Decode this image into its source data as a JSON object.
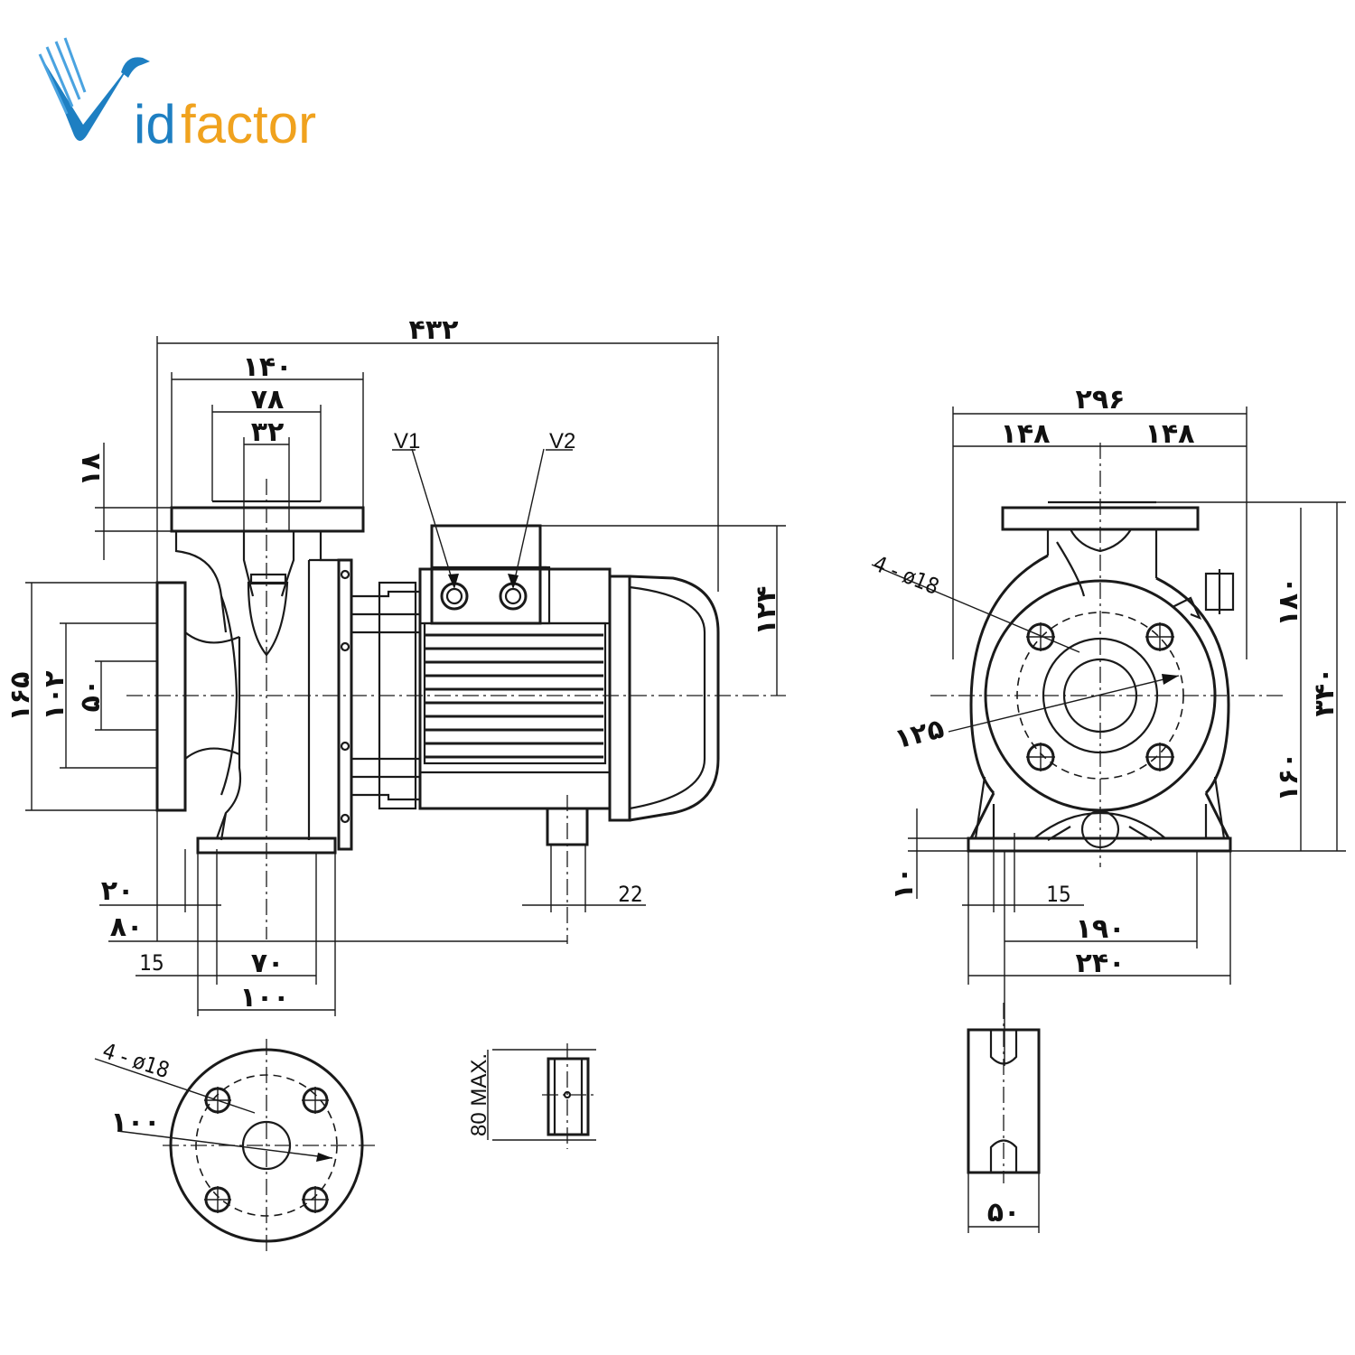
{
  "logo": {
    "text_part1": "id",
    "text_part2": "factor",
    "full": "Vidfactor",
    "colors": {
      "blue": "#1e7fc2",
      "orange": "#f0a21e"
    }
  },
  "side_view": {
    "overall_length": "۴۳۲",
    "flange_width": "۱۴۰",
    "bolt_pitch": "۷۸",
    "port_dia": "۳۲",
    "flange_thickness": "۱۸",
    "motor_height": "۱۲۴",
    "inlet_flange_dia": "۱۶۵",
    "inlet_pcd": "۱۰۲",
    "inlet_port": "۵۰",
    "base_offset": "۲۰",
    "shaft_to_foot": "۸۰",
    "foot_edge": "15",
    "foot_pitch": "۷۰",
    "foot_length": "۱۰۰",
    "terminal_width": "22",
    "v1": "V1",
    "v2": "V2"
  },
  "front_view": {
    "total_width": "۲۹۶",
    "half_left": "۱۴۸",
    "half_right": "۱۴۸",
    "bolts": "4 - ø18",
    "pcd": "۱۲۵",
    "upper_height": "۱۸۰",
    "total_height": "۳۴۰",
    "lower_height": "۱۶۰",
    "foot_thickness": "۱۰",
    "slot_width": "15",
    "foot_pitch": "۱۹۰",
    "foot_width": "۲۴۰"
  },
  "flange_detail": {
    "bolts": "4 - ø18",
    "pcd": "۱۰۰"
  },
  "terminal_detail": {
    "height_label": "80 MAX."
  },
  "foot_detail": {
    "width": "۵۰"
  }
}
